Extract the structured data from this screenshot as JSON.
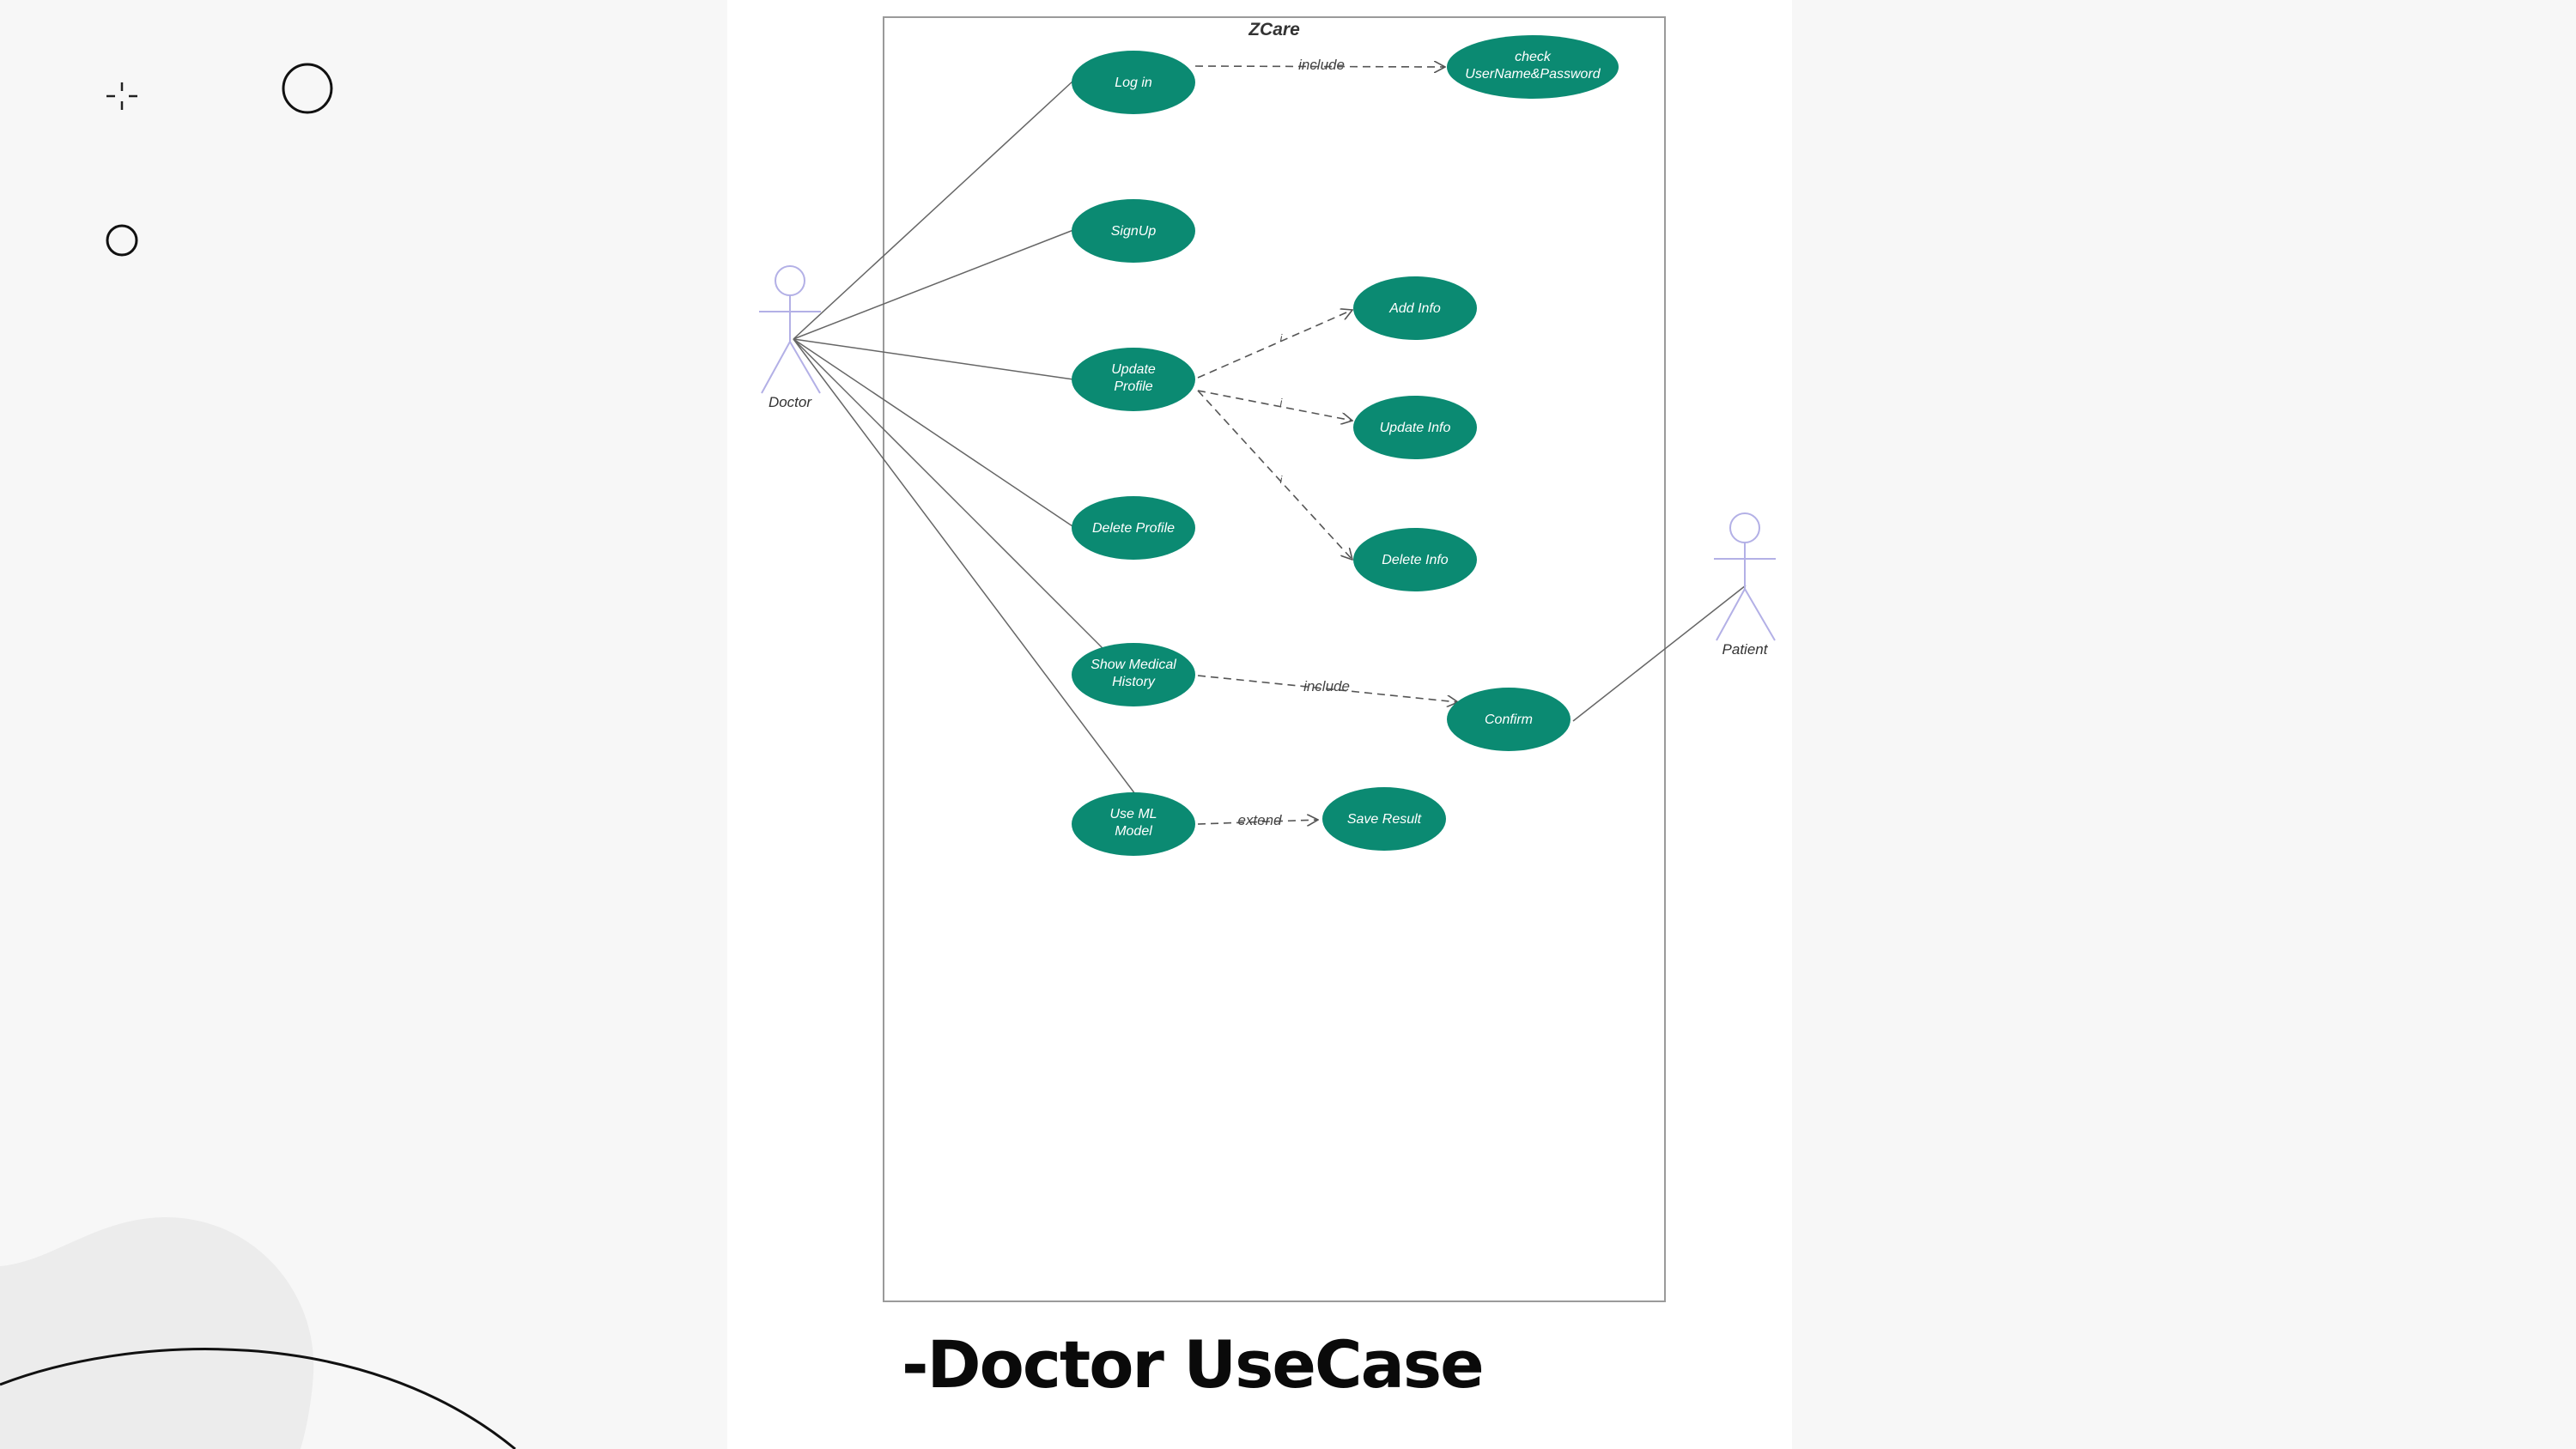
{
  "diagram": {
    "system_title": "ZCare",
    "actors": {
      "doctor": "Doctor",
      "patient": "Patient"
    },
    "use_cases": {
      "login": "Log in",
      "check_credentials": [
        "check",
        "UserName&Password"
      ],
      "signup": "SignUp",
      "update_profile": [
        "Update",
        "Profile"
      ],
      "add_info": "Add Info",
      "update_info": "Update Info",
      "delete_info": "Delete Info",
      "delete_profile": "Delete Profile",
      "show_medical_history": [
        "Show Medical",
        "History"
      ],
      "confirm": "Confirm",
      "use_ml_model": [
        "Use ML",
        "Model"
      ],
      "save_result": "Save Result"
    },
    "relations": {
      "login_check": "include",
      "history_confirm": "include",
      "ml_save": "extend",
      "update_add": "i",
      "update_update": "i",
      "update_delete": "i"
    },
    "colors": {
      "use_case_fill": "#0b8a72",
      "actor_stroke": "#b3b0e6",
      "line": "#555555"
    }
  },
  "caption": "-Doctor UseCase"
}
